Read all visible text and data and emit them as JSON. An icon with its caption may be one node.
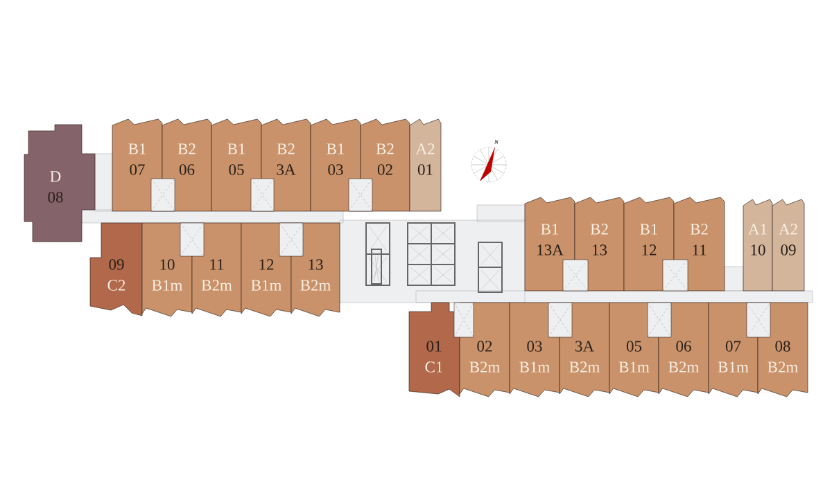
{
  "diagram": {
    "nodes": [
      {
        "text": [
          "D",
          "08"
        ]
      },
      {
        "text": [
          "B1",
          "07"
        ]
      },
      {
        "text": [
          "B2",
          "06"
        ]
      },
      {
        "text": [
          "B1",
          "05"
        ]
      },
      {
        "text": [
          "B2",
          "3A"
        ]
      },
      {
        "text": [
          "B1",
          "03"
        ]
      },
      {
        "text": [
          "B2",
          "02"
        ]
      },
      {
        "text": [
          "A2",
          "01"
        ]
      },
      {
        "text": [
          "B1",
          "13A"
        ]
      },
      {
        "text": [
          "B2",
          "13"
        ]
      },
      {
        "text": [
          "B1",
          "12"
        ]
      },
      {
        "text": [
          "B2",
          "11"
        ]
      },
      {
        "text": [
          "A1",
          "10"
        ]
      },
      {
        "text": [
          "A2",
          "09"
        ]
      },
      {
        "text": [
          "09",
          "C2"
        ]
      },
      {
        "text": [
          "10",
          "B1m"
        ]
      },
      {
        "text": [
          "11",
          "B2m"
        ]
      },
      {
        "text": [
          "12",
          "B1m"
        ]
      },
      {
        "text": [
          "13",
          "B2m"
        ]
      },
      {
        "text": [
          "01",
          "C1"
        ]
      },
      {
        "text": [
          "02",
          "B2m"
        ]
      },
      {
        "text": [
          "03",
          "B1m"
        ]
      },
      {
        "text": [
          "3A",
          "B2m"
        ]
      },
      {
        "text": [
          "05",
          "B1m"
        ]
      },
      {
        "text": [
          "06",
          "B2m"
        ]
      },
      {
        "text": [
          "07",
          "B1m"
        ]
      },
      {
        "text": [
          "08",
          "B2m"
        ]
      }
    ],
    "labels": [
      "N"
    ]
  }
}
